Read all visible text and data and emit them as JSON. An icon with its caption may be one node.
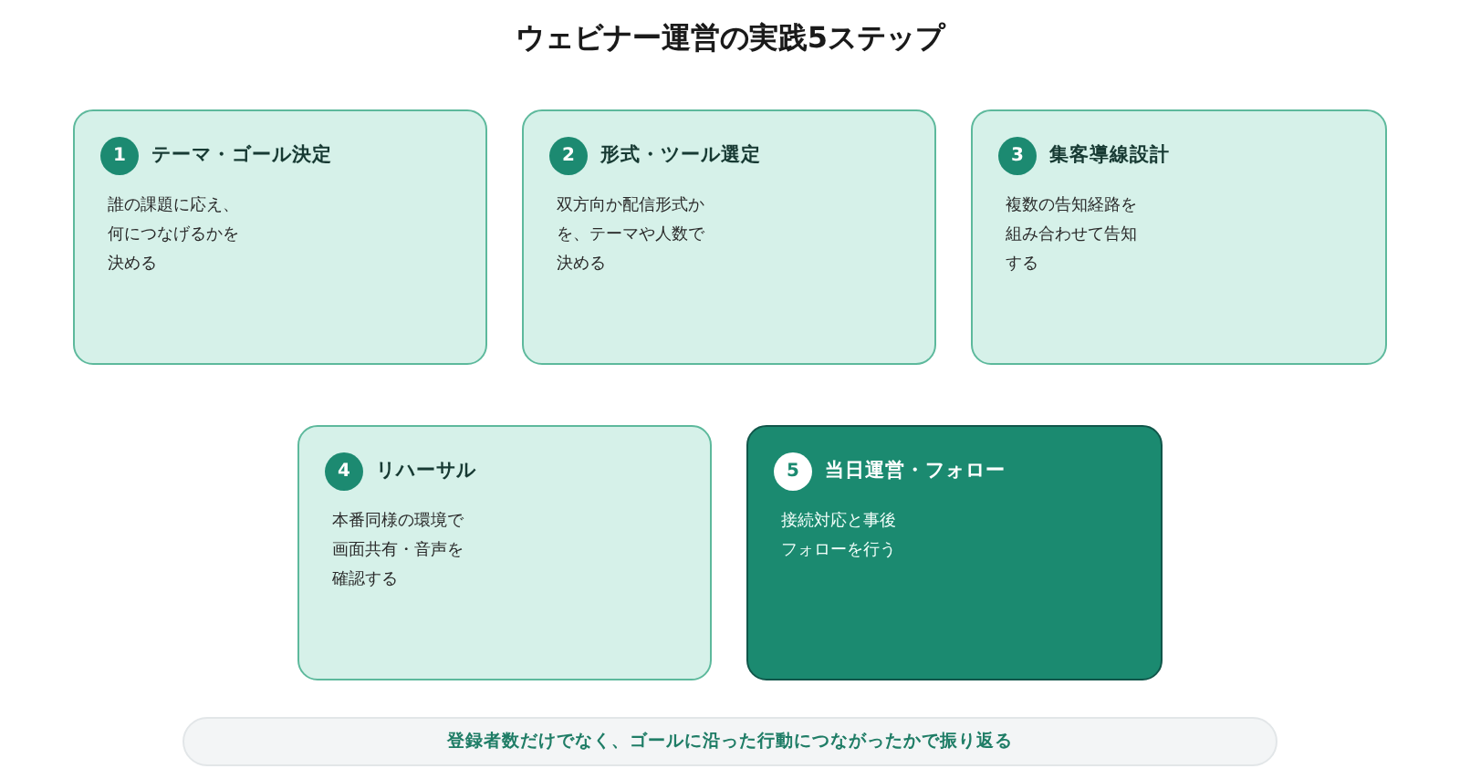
{
  "diagram": {
    "title": "ウェビナー運営の実践5ステップ",
    "nodes": [
      {
        "text": [
          "テーマ・ゴール決定",
          "誰の課題に応え、何につなげるかを決める"
        ]
      },
      {
        "text": [
          "1"
        ],
        "in": 0
      },
      {
        "text": [
          "形式・ツール選定",
          "双方向か配信形式かを、テーマや人数で決める"
        ]
      },
      {
        "text": [
          "2"
        ],
        "in": 2
      },
      {
        "text": [
          "集客導線設計",
          "複数の告知経路を組み合わせて告知する"
        ]
      },
      {
        "text": [
          "3"
        ],
        "in": 4
      },
      {
        "text": [
          "リハーサル",
          "本番同様の環境で画面共有・音声を確認する"
        ]
      },
      {
        "text": [
          "4"
        ],
        "in": 6
      },
      {
        "text": [
          "当日運営・フォロー",
          "接続対応と事後フォローを行う"
        ]
      },
      {
        "text": [
          "5"
        ],
        "in": 8
      },
      {
        "text": [
          "登録者数だけでなく、ゴールに沿った行動につながったかで振り返る"
        ]
      }
    ]
  }
}
